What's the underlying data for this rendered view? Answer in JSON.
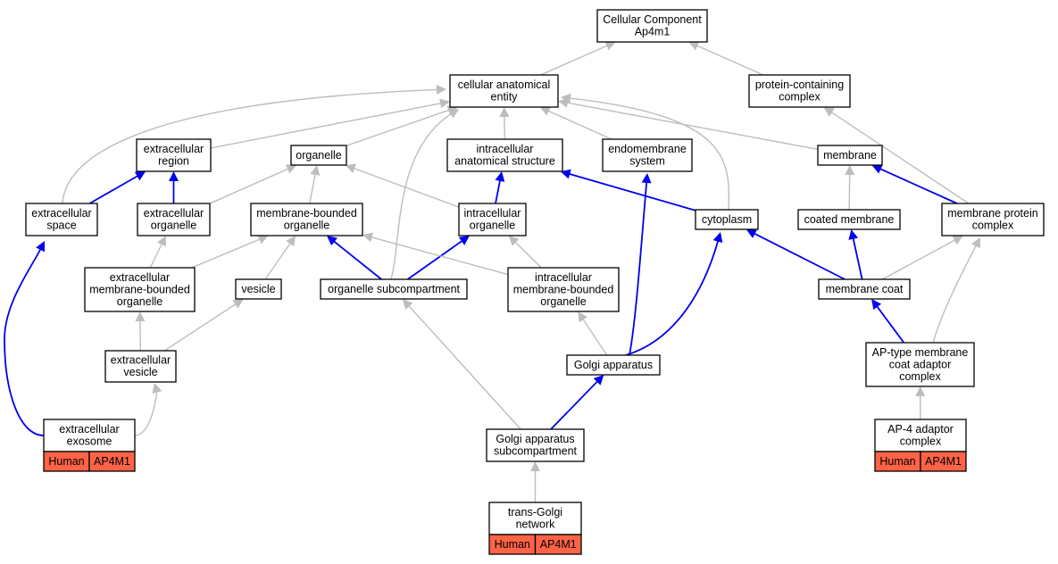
{
  "graph": {
    "colors": {
      "is_a": "#bdbdbd",
      "part_of": "#0000ee",
      "annotation": "#ff6347"
    },
    "nodes": [
      {
        "id": "cc",
        "lines": [
          "Cellular Component",
          "Ap4m1"
        ]
      },
      {
        "id": "cae",
        "lines": [
          "cellular anatomical",
          "entity"
        ]
      },
      {
        "id": "pcc",
        "lines": [
          "protein-containing",
          "complex"
        ]
      },
      {
        "id": "exr",
        "lines": [
          "extracellular",
          "region"
        ]
      },
      {
        "id": "org",
        "lines": [
          "organelle"
        ]
      },
      {
        "id": "ias",
        "lines": [
          "intracellular",
          "anatomical structure"
        ]
      },
      {
        "id": "ems",
        "lines": [
          "endomembrane",
          "system"
        ]
      },
      {
        "id": "mem",
        "lines": [
          "membrane"
        ]
      },
      {
        "id": "exs",
        "lines": [
          "extracellular",
          "space"
        ]
      },
      {
        "id": "exo",
        "lines": [
          "extracellular",
          "organelle"
        ]
      },
      {
        "id": "mbo",
        "lines": [
          "membrane-bounded",
          "organelle"
        ]
      },
      {
        "id": "ico",
        "lines": [
          "intracellular",
          "organelle"
        ]
      },
      {
        "id": "cyt",
        "lines": [
          "cytoplasm"
        ]
      },
      {
        "id": "cm",
        "lines": [
          "coated membrane"
        ]
      },
      {
        "id": "mpc",
        "lines": [
          "membrane protein",
          "complex"
        ]
      },
      {
        "id": "exmbo",
        "lines": [
          "extracellular",
          "membrane-bounded",
          "organelle"
        ]
      },
      {
        "id": "ves",
        "lines": [
          "vesicle"
        ]
      },
      {
        "id": "osc",
        "lines": [
          "organelle subcompartment"
        ]
      },
      {
        "id": "imbo",
        "lines": [
          "intracellular",
          "membrane-bounded",
          "organelle"
        ]
      },
      {
        "id": "mc",
        "lines": [
          "membrane coat"
        ]
      },
      {
        "id": "exv",
        "lines": [
          "extracellular",
          "vesicle"
        ]
      },
      {
        "id": "ga",
        "lines": [
          "Golgi apparatus"
        ]
      },
      {
        "id": "apt",
        "lines": [
          "AP-type membrane",
          "coat adaptor",
          "complex"
        ]
      },
      {
        "id": "exex",
        "lines": [
          "extracellular",
          "exosome"
        ],
        "annotation": [
          "Human",
          "AP4M1"
        ]
      },
      {
        "id": "gasc",
        "lines": [
          "Golgi apparatus",
          "subcompartment"
        ]
      },
      {
        "id": "ap4",
        "lines": [
          "AP-4 adaptor",
          "complex"
        ],
        "annotation": [
          "Human",
          "AP4M1"
        ]
      },
      {
        "id": "tgn",
        "lines": [
          "trans-Golgi",
          "network"
        ],
        "annotation": [
          "Human",
          "AP4M1"
        ]
      }
    ],
    "edges": [
      {
        "from": "cae",
        "to": "cc",
        "type": "is_a"
      },
      {
        "from": "pcc",
        "to": "cc",
        "type": "is_a"
      },
      {
        "from": "exr",
        "to": "cae",
        "type": "is_a"
      },
      {
        "from": "org",
        "to": "cae",
        "type": "is_a"
      },
      {
        "from": "ias",
        "to": "cae",
        "type": "is_a"
      },
      {
        "from": "ems",
        "to": "cae",
        "type": "is_a"
      },
      {
        "from": "mem",
        "to": "cae",
        "type": "is_a"
      },
      {
        "from": "exs",
        "to": "cae",
        "type": "is_a"
      },
      {
        "from": "osc",
        "to": "cae",
        "type": "is_a"
      },
      {
        "from": "cyt",
        "to": "cae",
        "type": "is_a"
      },
      {
        "from": "exs",
        "to": "exr",
        "type": "part_of"
      },
      {
        "from": "exo",
        "to": "exr",
        "type": "part_of"
      },
      {
        "from": "exo",
        "to": "org",
        "type": "is_a"
      },
      {
        "from": "mbo",
        "to": "org",
        "type": "is_a"
      },
      {
        "from": "ico",
        "to": "org",
        "type": "is_a"
      },
      {
        "from": "ico",
        "to": "ias",
        "type": "part_of"
      },
      {
        "from": "cyt",
        "to": "ias",
        "type": "part_of"
      },
      {
        "from": "cm",
        "to": "mem",
        "type": "is_a"
      },
      {
        "from": "mpc",
        "to": "mem",
        "type": "part_of"
      },
      {
        "from": "mpc",
        "to": "pcc",
        "type": "is_a"
      },
      {
        "from": "exmbo",
        "to": "mbo",
        "type": "is_a"
      },
      {
        "from": "exmbo",
        "to": "exo",
        "type": "is_a"
      },
      {
        "from": "ves",
        "to": "mbo",
        "type": "is_a"
      },
      {
        "from": "osc",
        "to": "mbo",
        "type": "part_of"
      },
      {
        "from": "osc",
        "to": "ico",
        "type": "part_of"
      },
      {
        "from": "imbo",
        "to": "mbo",
        "type": "is_a"
      },
      {
        "from": "imbo",
        "to": "ico",
        "type": "is_a"
      },
      {
        "from": "mc",
        "to": "cyt",
        "type": "part_of"
      },
      {
        "from": "mc",
        "to": "cm",
        "type": "part_of"
      },
      {
        "from": "mc",
        "to": "mpc",
        "type": "is_a"
      },
      {
        "from": "exv",
        "to": "exmbo",
        "type": "is_a"
      },
      {
        "from": "exv",
        "to": "ves",
        "type": "is_a"
      },
      {
        "from": "ga",
        "to": "imbo",
        "type": "is_a"
      },
      {
        "from": "ga",
        "to": "ems",
        "type": "part_of"
      },
      {
        "from": "ga",
        "to": "cyt",
        "type": "part_of"
      },
      {
        "from": "apt",
        "to": "mc",
        "type": "part_of"
      },
      {
        "from": "apt",
        "to": "mpc",
        "type": "is_a"
      },
      {
        "from": "exex",
        "to": "exv",
        "type": "is_a"
      },
      {
        "from": "exex",
        "to": "exs",
        "type": "part_of"
      },
      {
        "from": "gasc",
        "to": "osc",
        "type": "is_a"
      },
      {
        "from": "gasc",
        "to": "ga",
        "type": "part_of"
      },
      {
        "from": "ap4",
        "to": "apt",
        "type": "is_a"
      },
      {
        "from": "tgn",
        "to": "gasc",
        "type": "is_a"
      }
    ]
  }
}
